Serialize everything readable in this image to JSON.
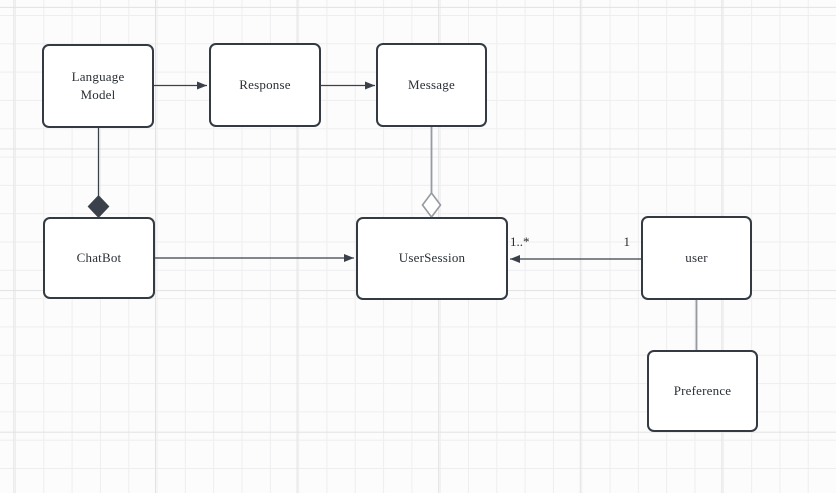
{
  "colors": {
    "node_border": "#333a42",
    "node_fill": "#ffffff",
    "edge_dark": "#3a414a",
    "edge_gray": "#969aa1",
    "text_color": "#2b3036",
    "canvas_bg": "#fcfcfc",
    "grid_minor": "#eeeeef",
    "grid_major": "#e2e2e5"
  },
  "diagram": {
    "nodes": [
      {
        "id": "language-model",
        "label": "Language\nModel"
      },
      {
        "id": "response",
        "label": "Response"
      },
      {
        "id": "message",
        "label": "Message"
      },
      {
        "id": "chatbot",
        "label": "ChatBot"
      },
      {
        "id": "usersession",
        "label": "UserSession"
      },
      {
        "id": "user",
        "label": "user"
      },
      {
        "id": "preference",
        "label": "Preference"
      }
    ],
    "edges": [
      {
        "from": "Language Model",
        "to": "Response",
        "type": "arrow"
      },
      {
        "from": "Response",
        "to": "Message",
        "type": "arrow"
      },
      {
        "from": "Language Model",
        "to": "ChatBot",
        "type": "composition",
        "diamond_at": "ChatBot"
      },
      {
        "from": "Message",
        "to": "UserSession",
        "type": "aggregation",
        "diamond_at": "UserSession"
      },
      {
        "from": "ChatBot",
        "to": "UserSession",
        "type": "arrow"
      },
      {
        "from": "user",
        "to": "UserSession",
        "type": "arrow",
        "source_label": "1",
        "target_label": "1..*"
      },
      {
        "from": "user",
        "to": "Preference",
        "type": "line"
      }
    ]
  }
}
